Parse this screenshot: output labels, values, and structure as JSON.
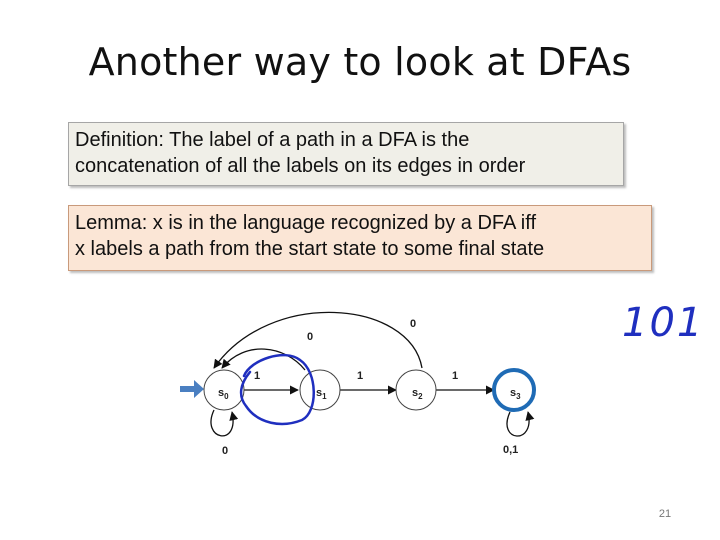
{
  "slide": {
    "title": "Another way to look at DFAs",
    "page_number": "21"
  },
  "definition_box": {
    "line1": "Definition: The label of a path in a DFA is the",
    "line2": "concatenation of all the labels on its edges in order"
  },
  "lemma_box": {
    "line1": "Lemma:  x is in the language recognized by a DFA iff",
    "line2": "x labels a path from the start state to some final state"
  },
  "dfa": {
    "states": [
      {
        "id": "s0",
        "base": "s",
        "sub": "0"
      },
      {
        "id": "s1",
        "base": "s",
        "sub": "1"
      },
      {
        "id": "s2",
        "base": "s",
        "sub": "2"
      },
      {
        "id": "s3",
        "base": "s",
        "sub": "3"
      }
    ],
    "edge_labels": {
      "s0_s1": "1",
      "s1_s2": "1",
      "s2_s3": "1",
      "s1_s0": "0",
      "s2_s0": "0",
      "s0_loop": "0",
      "s3_loop": "0,1"
    },
    "start_state": "s0",
    "final_state": "s3"
  },
  "handwriting": {
    "text": "101",
    "color": "#1f2fbf"
  },
  "colors": {
    "start_arrow": "#4a7fc1",
    "final_state_ring": "#1f6bb5",
    "ink": "#1f2fbf"
  }
}
